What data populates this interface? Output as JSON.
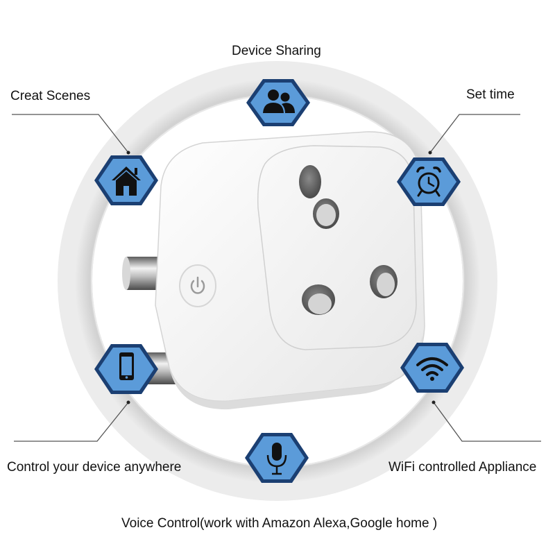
{
  "features": {
    "device_sharing": "Device Sharing",
    "create_scenes": "Creat Scenes",
    "set_time": "Set time",
    "remote_control": "Control your device anywhere",
    "wifi": "WiFi controlled Appliance",
    "voice": "Voice Control(work with Amazon Alexa,Google home )"
  },
  "icons": {
    "device_sharing": "users-icon",
    "create_scenes": "home-icon",
    "set_time": "alarm-clock-icon",
    "remote_control": "smartphone-icon",
    "wifi": "wifi-icon",
    "voice": "microphone-icon"
  },
  "colors": {
    "hex_fill": "#5b9bd9",
    "hex_border": "#1b3f72",
    "icon": "#111111",
    "ring": "#dadada",
    "plug_body": "#f6f6f6"
  }
}
